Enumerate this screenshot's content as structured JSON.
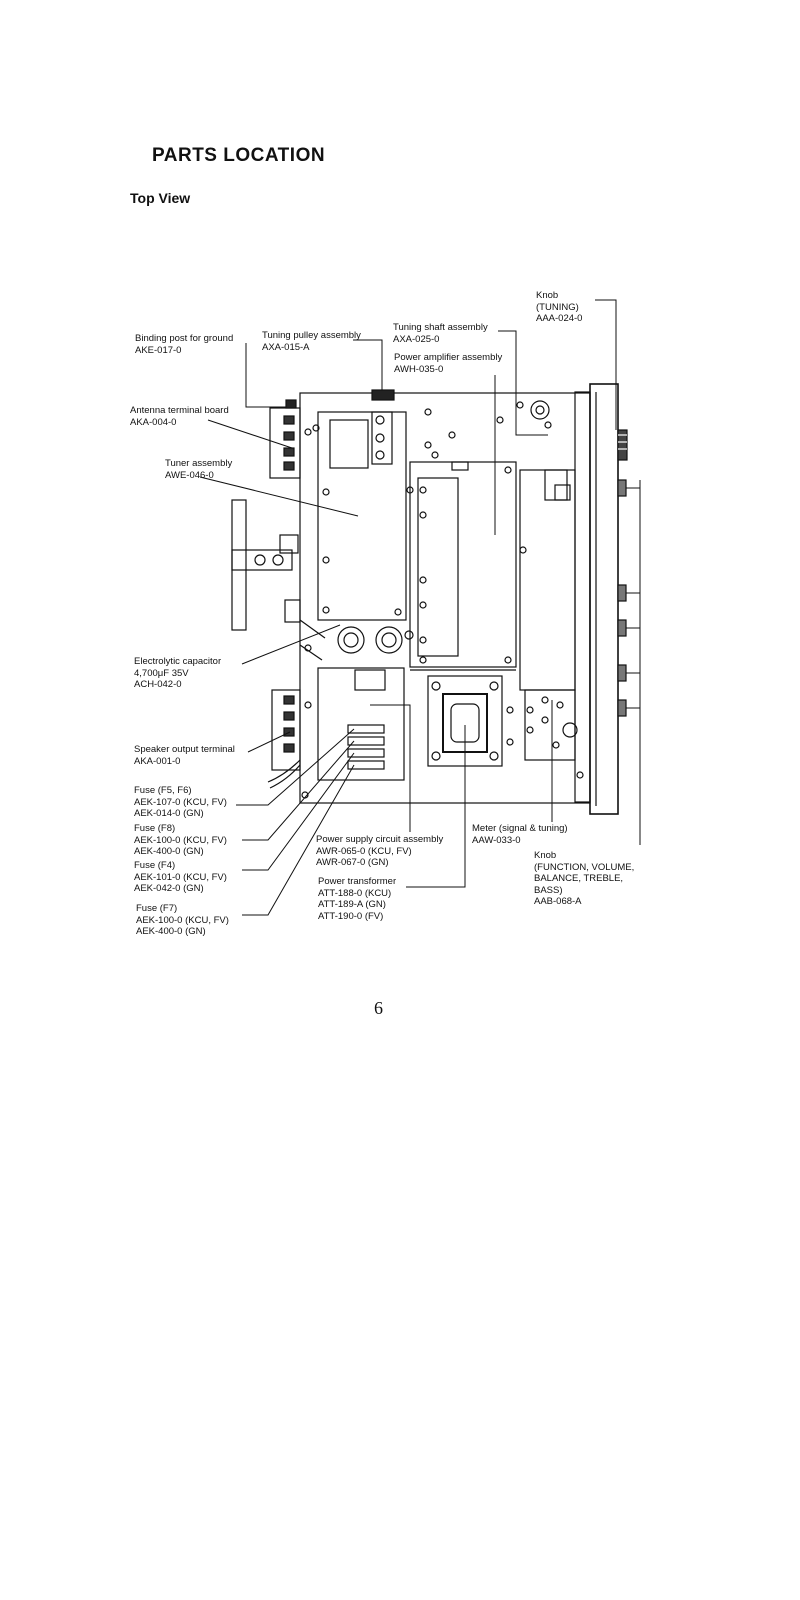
{
  "header": {
    "title": "PARTS LOCATION",
    "subtitle": "Top View"
  },
  "page_number": "6",
  "labels": {
    "binding_post": [
      "Binding post for ground",
      "AKE-017-0"
    ],
    "pulley": [
      "Tuning pulley assembly",
      "AXA-015-A"
    ],
    "shaft": [
      "Tuning shaft assembly",
      "AXA-025-0"
    ],
    "power_amp": [
      "Power amplifier assembly",
      "AWH-035-0"
    ],
    "knob_tuning": [
      "Knob",
      "(TUNING)",
      "AAA-024-0"
    ],
    "antenna": [
      "Antenna terminal board",
      "AKA-004-0"
    ],
    "tuner": [
      "Tuner assembly",
      "AWE-046-0"
    ],
    "electrolytic": [
      "Electrolytic capacitor",
      "4,700μF 35V",
      "ACH-042-0"
    ],
    "speaker": [
      "Speaker output terminal",
      "AKA-001-0"
    ],
    "fuse_f5f6": [
      "Fuse (F5, F6)",
      "AEK-107-0 (KCU, FV)",
      "AEK-014-0 (GN)"
    ],
    "fuse_f8": [
      "Fuse (F8)",
      "AEK-100-0 (KCU, FV)",
      "AEK-400-0 (GN)"
    ],
    "fuse_f4": [
      "Fuse (F4)",
      "AEK-101-0 (KCU, FV)",
      "AEK-042-0 (GN)"
    ],
    "fuse_f7": [
      "Fuse (F7)",
      "AEK-100-0 (KCU, FV)",
      "AEK-400-0 (GN)"
    ],
    "psu": [
      "Power supply circuit assembly",
      "AWR-065-0 (KCU, FV)",
      "AWR-067-0 (GN)"
    ],
    "transformer": [
      "Power transformer",
      "ATT-188-0 (KCU)",
      "ATT-189-A (GN)",
      "ATT-190-0 (FV)"
    ],
    "meter": [
      "Meter (signal & tuning)",
      "AAW-033-0"
    ],
    "knob_function": [
      "Knob",
      "(FUNCTION, VOLUME,",
      "BALANCE, TREBLE,",
      "BASS)",
      "AAB-068-A"
    ]
  }
}
